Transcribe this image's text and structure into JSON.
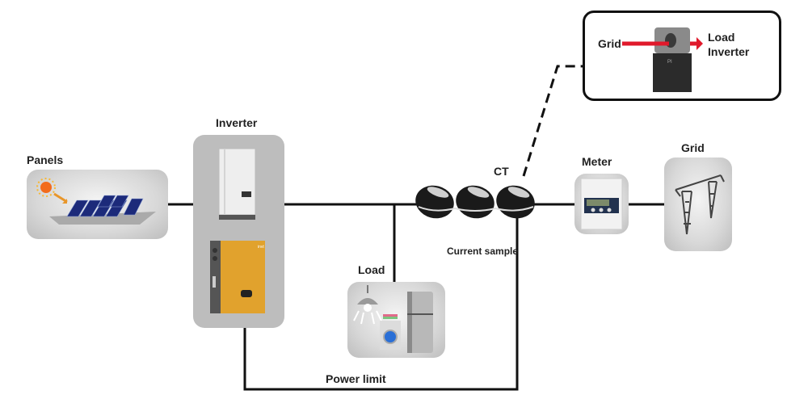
{
  "labels": {
    "panels": "Panels",
    "inverter": "Inverter",
    "ct": "CT",
    "meter": "Meter",
    "grid": "Grid",
    "load": "Load",
    "current_sample": "Current sample",
    "power_limit": "Power limit"
  },
  "ct_callout": {
    "left_label": "Grid",
    "right_label_line1": "Load",
    "right_label_line2": "Inverter"
  },
  "colors": {
    "wire": "#111111",
    "arrow": "#e0192b",
    "inverter_orange": "#e1a22d"
  }
}
